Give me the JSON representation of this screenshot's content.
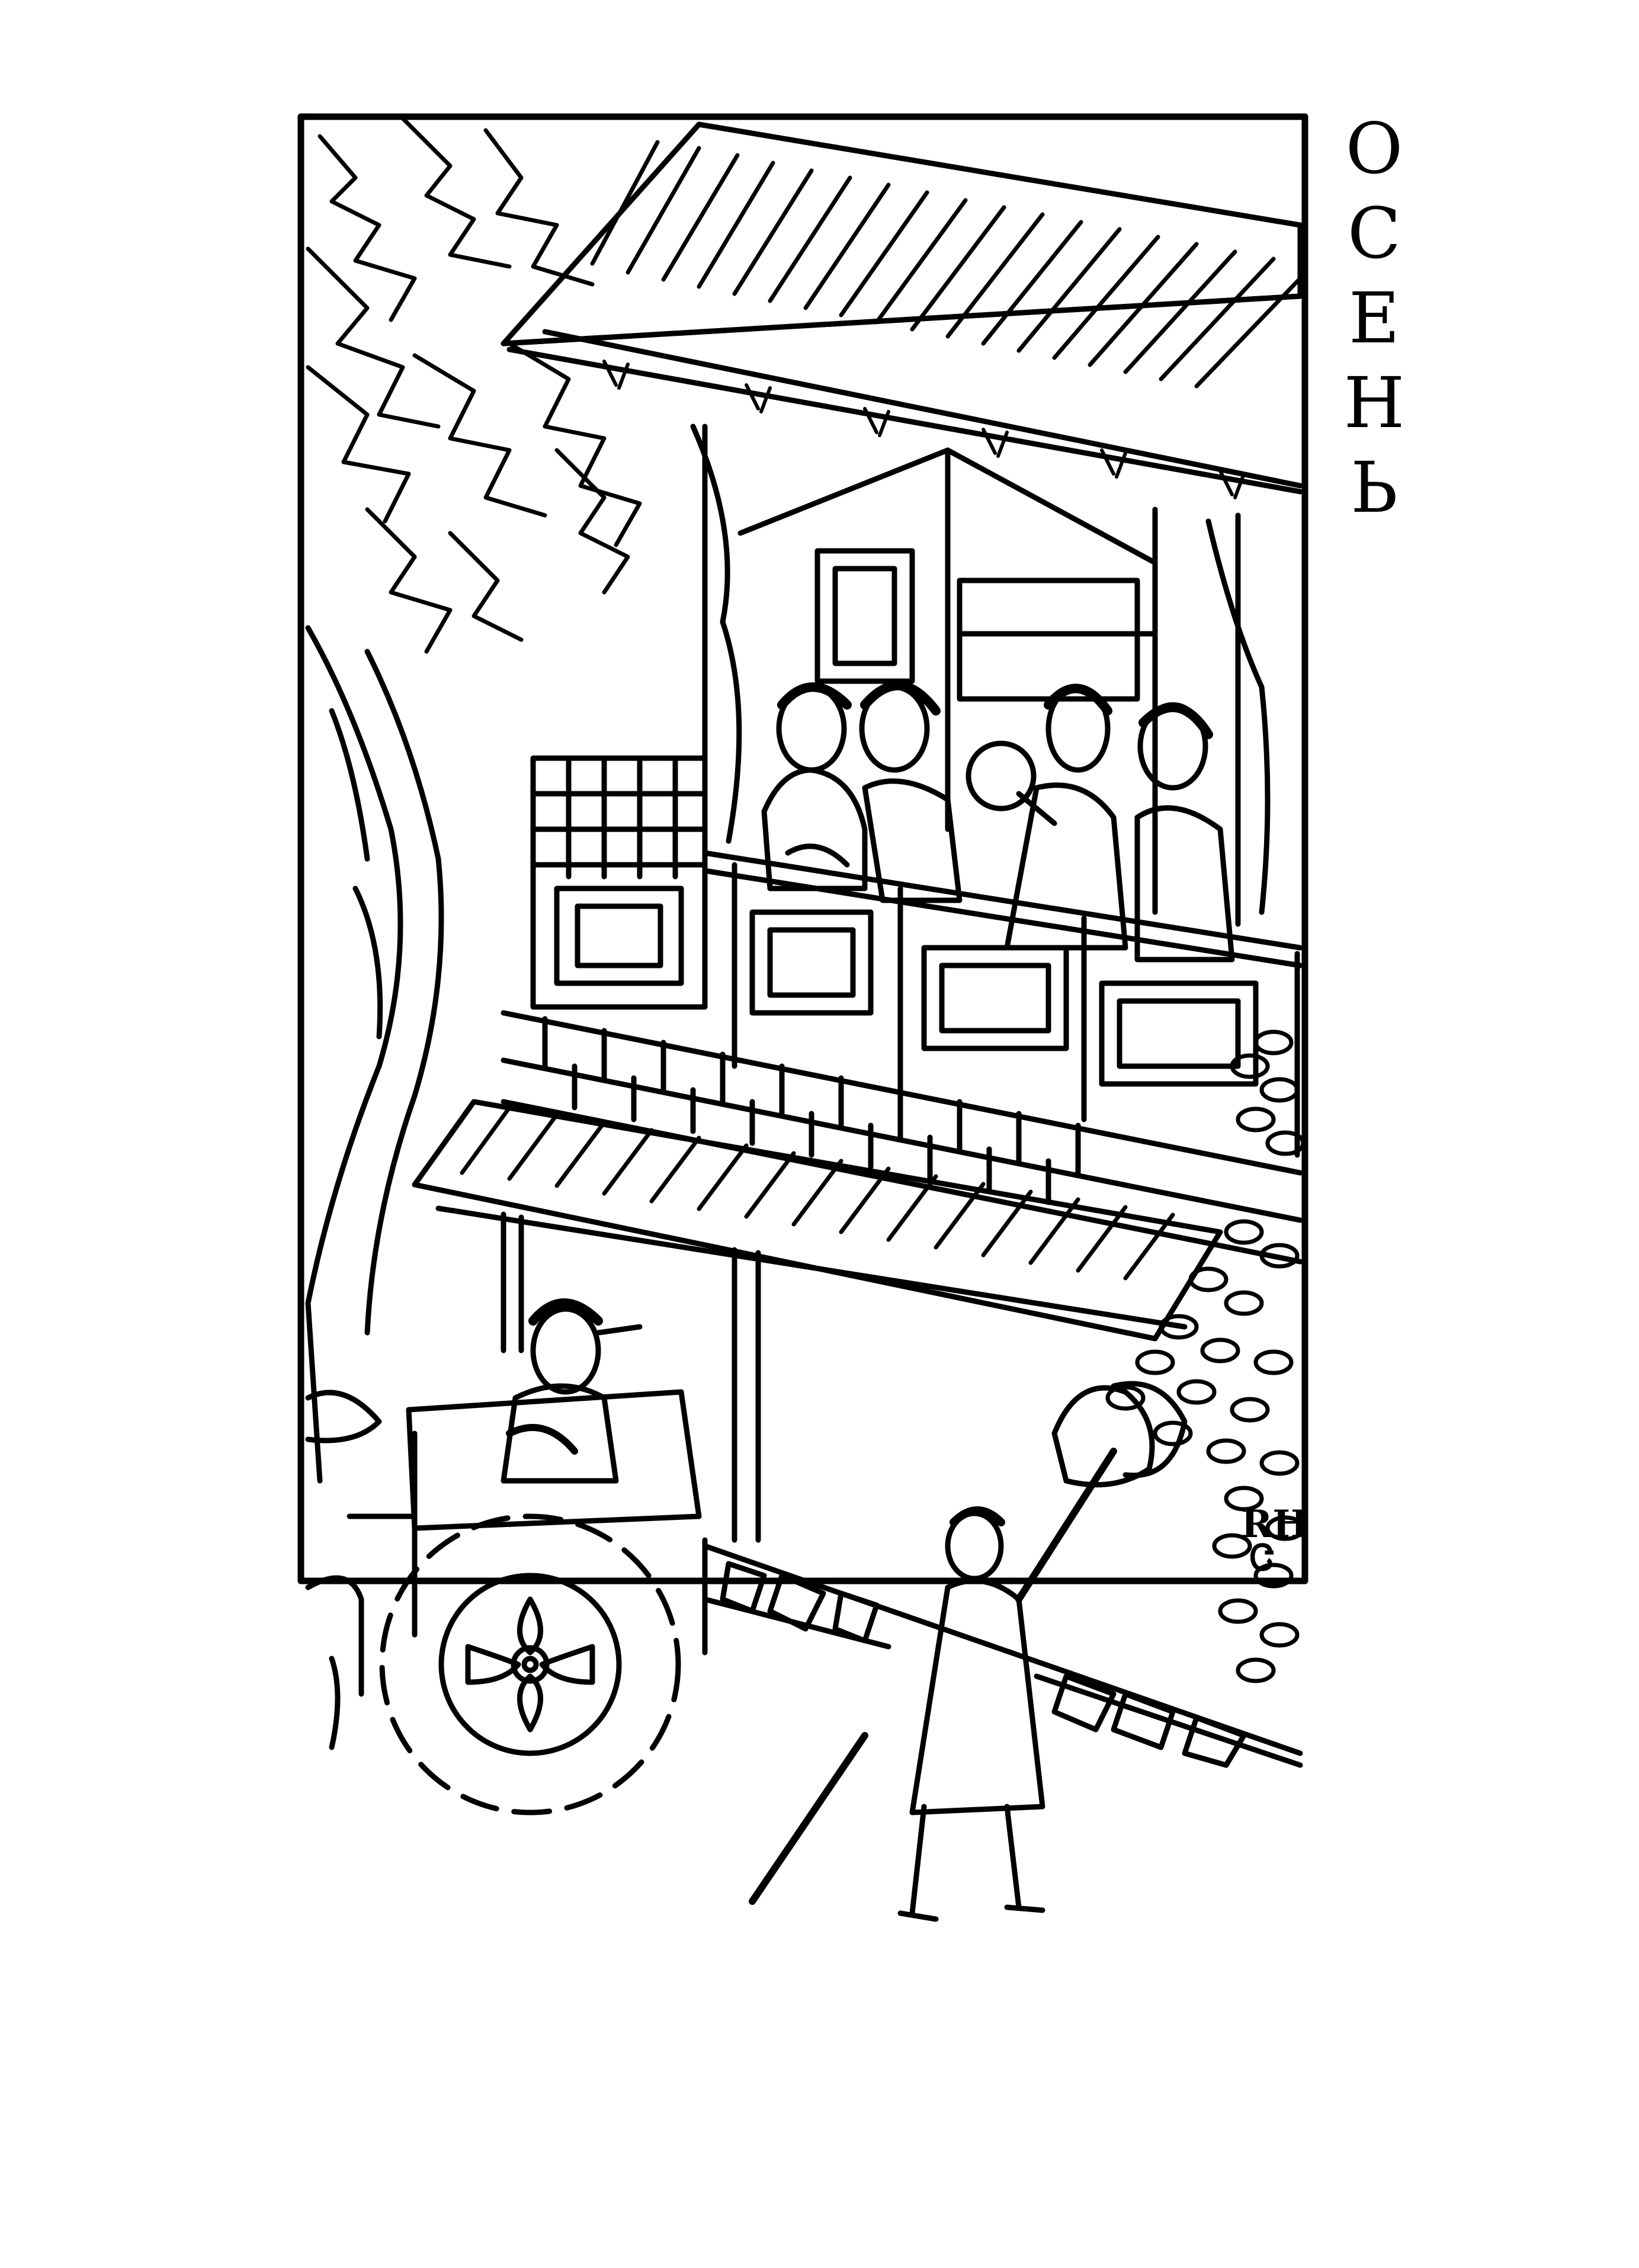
{
  "title_letters": [
    "О",
    "С",
    "Е",
    "Н",
    "Ь"
  ],
  "monogram_lines": [
    "RH",
    "Ꮳ"
  ],
  "colors": {
    "ink": "#000000",
    "paper": "#ffffff"
  },
  "artwork": {
    "style": "black-and-white woodcut-style line illustration",
    "scene_elements": [
      "willow-tree",
      "pavilion-roof",
      "balcony",
      "four-women-on-balcony",
      "brick-wall",
      "lower-awning",
      "garden-foliage",
      "cart-with-wheel",
      "seated-man-in-cart",
      "attendant-with-staff-and-fan"
    ]
  }
}
